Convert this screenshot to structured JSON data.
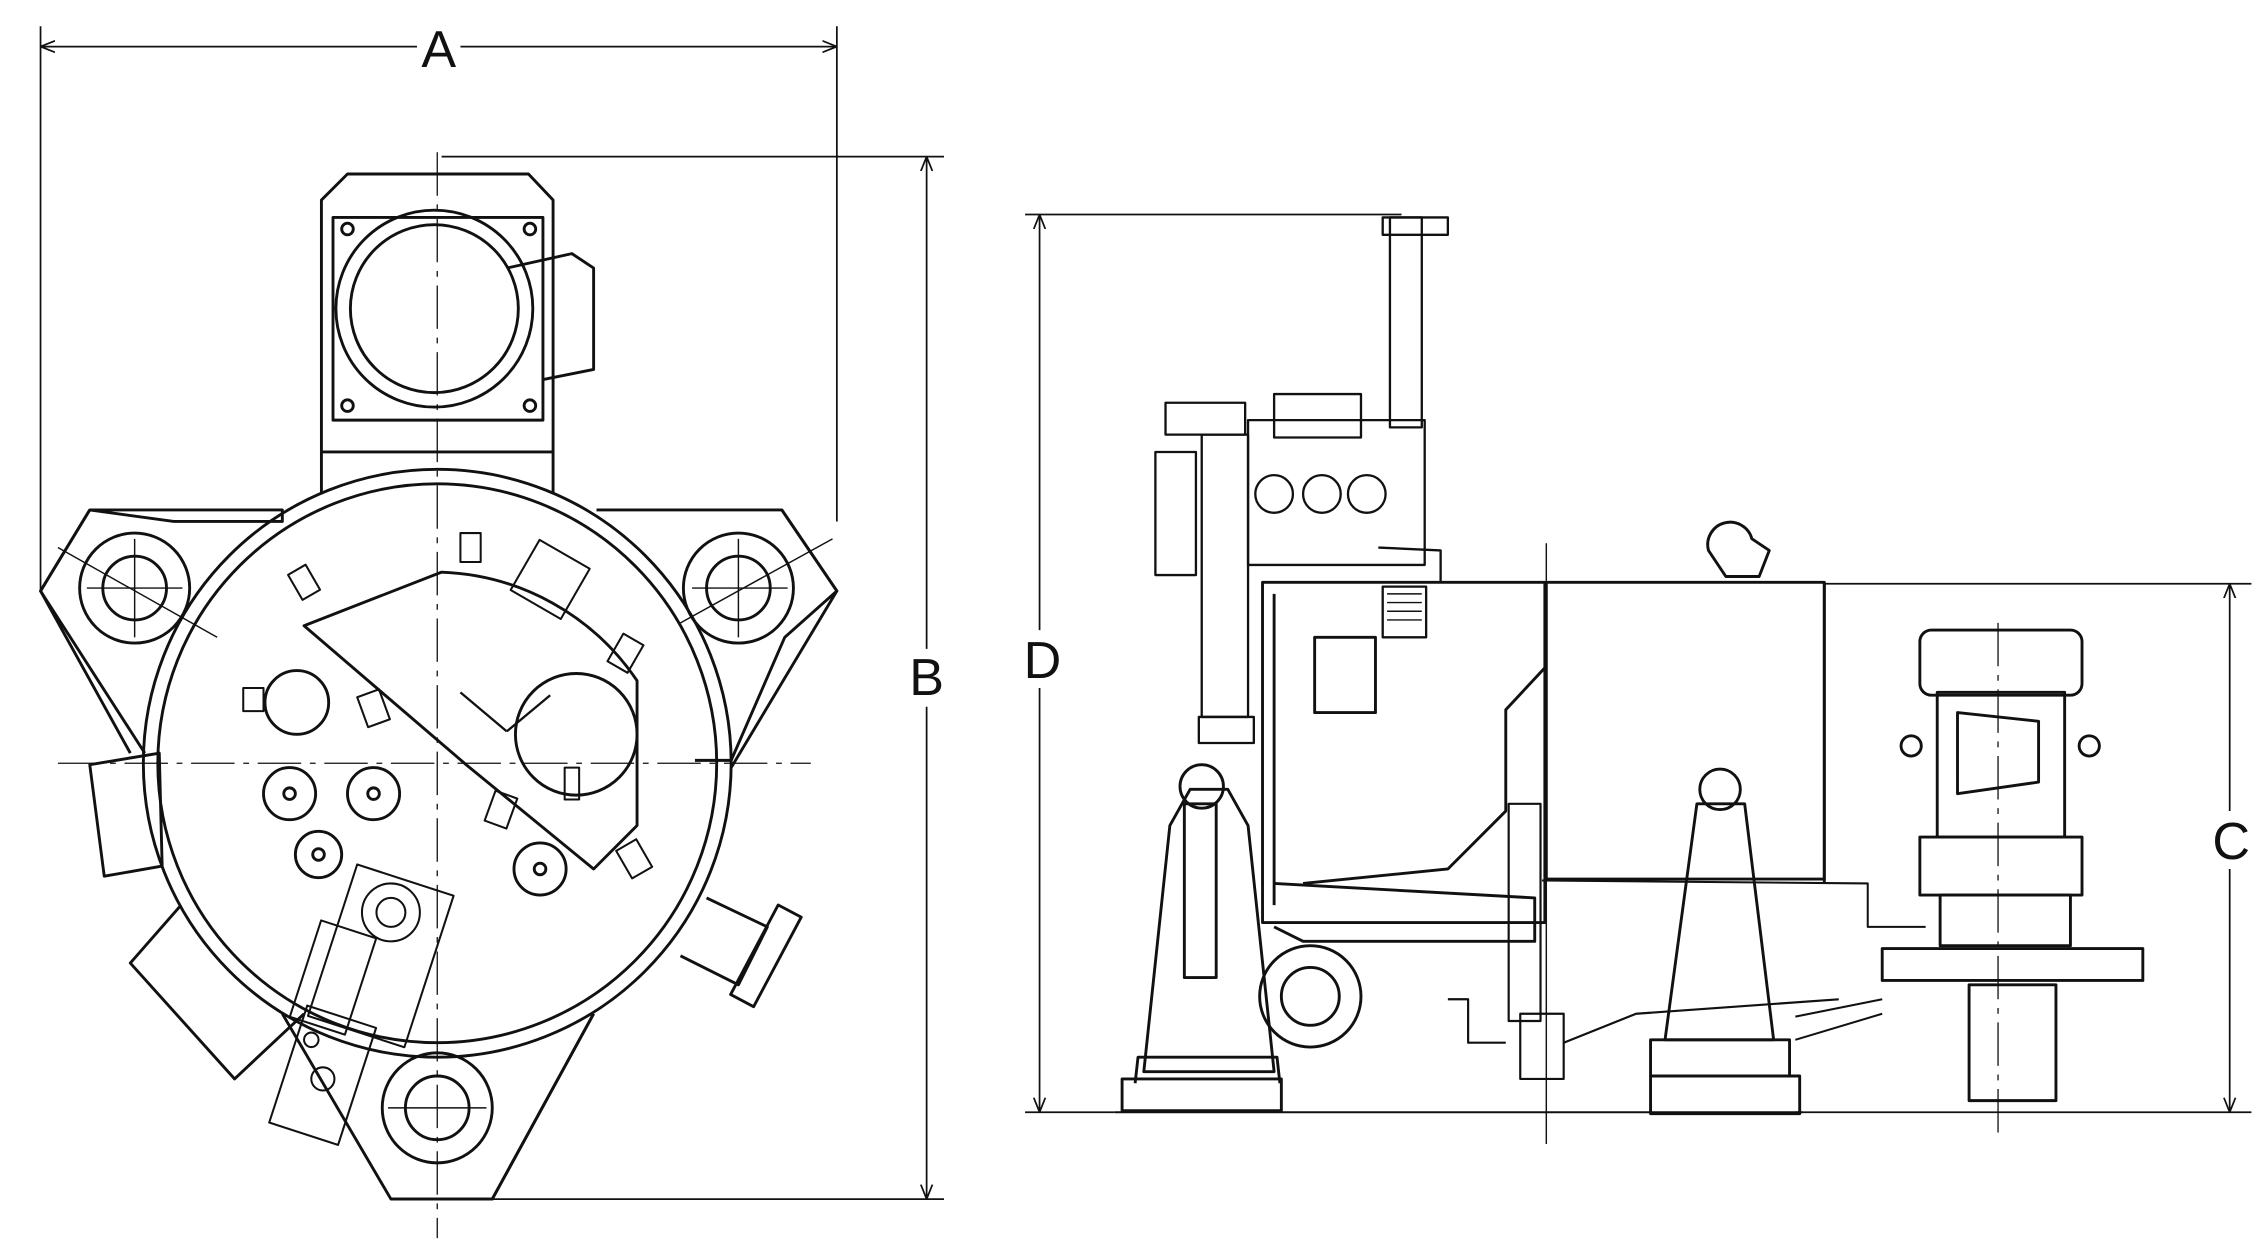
{
  "diagram": {
    "type": "technical-drawing",
    "views": [
      "plan-view",
      "side-elevation"
    ],
    "dimension_labels": {
      "a": "A",
      "b": "B",
      "c": "C",
      "d": "D"
    },
    "colors": {
      "line": "#111111",
      "background": "#ffffff"
    }
  }
}
